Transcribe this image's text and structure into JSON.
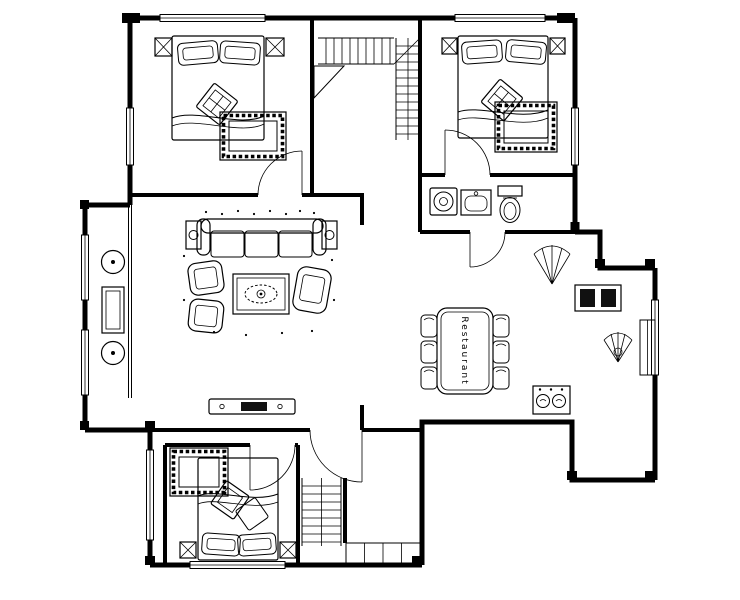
{
  "palette": {
    "background": "#ffffff",
    "ink": "#000000",
    "fill_dark": "#111111"
  },
  "labels": {
    "dining_table": "Restaurant"
  },
  "plan": {
    "type": "apartment-floor-plan",
    "areas": [
      {
        "name": "bedroom-top-left",
        "furniture": [
          "double-bed",
          "pillows",
          "decorative-cushion",
          "nightstand-left",
          "nightstand-right",
          "greek-key-rug"
        ]
      },
      {
        "name": "staircase-top",
        "furniture": [
          "stair-flight-horizontal",
          "stair-flight-vertical",
          "landing-triangle"
        ]
      },
      {
        "name": "bedroom-top-right",
        "furniture": [
          "double-bed",
          "pillows",
          "decorative-cushion",
          "nightstand-left",
          "nightstand-right",
          "greek-key-rug"
        ]
      },
      {
        "name": "bathroom",
        "furniture": [
          "washing-machine",
          "sink-counter",
          "toilet"
        ]
      },
      {
        "name": "living-room",
        "furniture": [
          "three-seat-sofa",
          "side-table-left",
          "side-table-right",
          "armchair",
          "armchair",
          "armchair",
          "coffee-table",
          "tv-cabinet"
        ]
      },
      {
        "name": "balcony",
        "furniture": [
          "round-stool",
          "planter-cabinet",
          "round-stool"
        ]
      },
      {
        "name": "dining-room",
        "furniture": [
          "dining-table",
          "chairs-x6",
          "plant"
        ]
      },
      {
        "name": "kitchen",
        "furniture": [
          "double-sink-unit",
          "plant",
          "tall-cabinet",
          "gas-stove"
        ]
      },
      {
        "name": "bedroom-bottom",
        "furniture": [
          "double-bed",
          "pillows",
          "decorative-cushions",
          "nightstand-left",
          "nightstand-right",
          "greek-key-rug"
        ]
      },
      {
        "name": "staircase-bottom",
        "furniture": [
          "stair-flight",
          "shoe-cabinet-grid"
        ]
      }
    ]
  }
}
